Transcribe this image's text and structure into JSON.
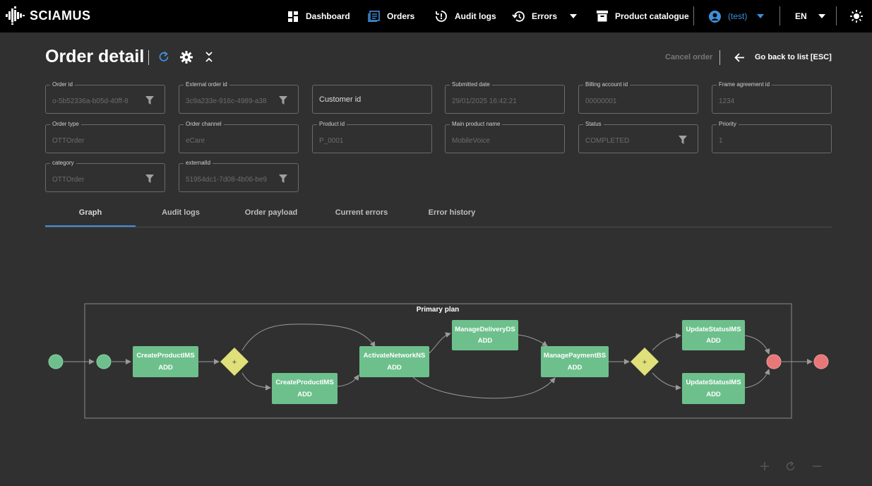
{
  "topbar": {
    "logo_text": "SCIAMUS",
    "nav": {
      "dashboard": "Dashboard",
      "orders": "Orders",
      "audit_logs": "Audit logs",
      "errors": "Errors",
      "product_catalogue": "Product catalogue"
    },
    "user": "(test)",
    "language": "EN"
  },
  "header": {
    "title": "Order detail",
    "cancel_order": "Cancel order",
    "go_back": "Go back to list [ESC]"
  },
  "fields": {
    "order_id": {
      "label": "Order id",
      "value": "o-5b52336a-b05d-40ff-8"
    },
    "external_order_id": {
      "label": "External order id",
      "value": "3c9a233e-916c-4989-a38"
    },
    "customer_id": {
      "placeholder": "Customer id"
    },
    "submitted_date": {
      "label": "Submitted date",
      "value": "29/01/2025 16:42:21"
    },
    "billing_account_id": {
      "label": "Billing account id",
      "value": "00000001"
    },
    "frame_agreement_id": {
      "label": "Frame agreement id",
      "value": "1234"
    },
    "order_type": {
      "label": "Order type",
      "value": "OTTOrder"
    },
    "order_channel": {
      "label": "Order channel",
      "value": "eCare"
    },
    "product_id": {
      "label": "Product id",
      "value": "P_0001"
    },
    "main_product_name": {
      "label": "Main product name",
      "value": "MobileVoice"
    },
    "status": {
      "label": "Status",
      "value": "COMPLETED"
    },
    "priority": {
      "label": "Priority",
      "value": "1"
    },
    "category": {
      "label": "category",
      "value": "OTTOrder"
    },
    "externalid": {
      "label": "externalId",
      "value": "51954dc1-7d08-4b06-be9"
    }
  },
  "tabs": [
    "Graph",
    "Audit logs",
    "Order payload",
    "Current errors",
    "Error history"
  ],
  "graph": {
    "plan_title": "Primary plan",
    "colors": {
      "task": "#6dc08c",
      "gateway": "#e0e07a",
      "start": "#6dc08c",
      "end": "#e87878"
    },
    "gateway_symbol": "+",
    "tasks": [
      {
        "name": "CreateProductIMS",
        "action": "ADD"
      },
      {
        "name": "CreateProductIMS",
        "action": "ADD"
      },
      {
        "name": "ActivateNetworkNS",
        "action": "ADD"
      },
      {
        "name": "ManageDeliveryDS",
        "action": "ADD"
      },
      {
        "name": "ManagePaymentBS",
        "action": "ADD"
      },
      {
        "name": "UpdateStatusIMS",
        "action": "ADD"
      },
      {
        "name": "UpdateStatusIMS",
        "action": "ADD"
      }
    ]
  }
}
